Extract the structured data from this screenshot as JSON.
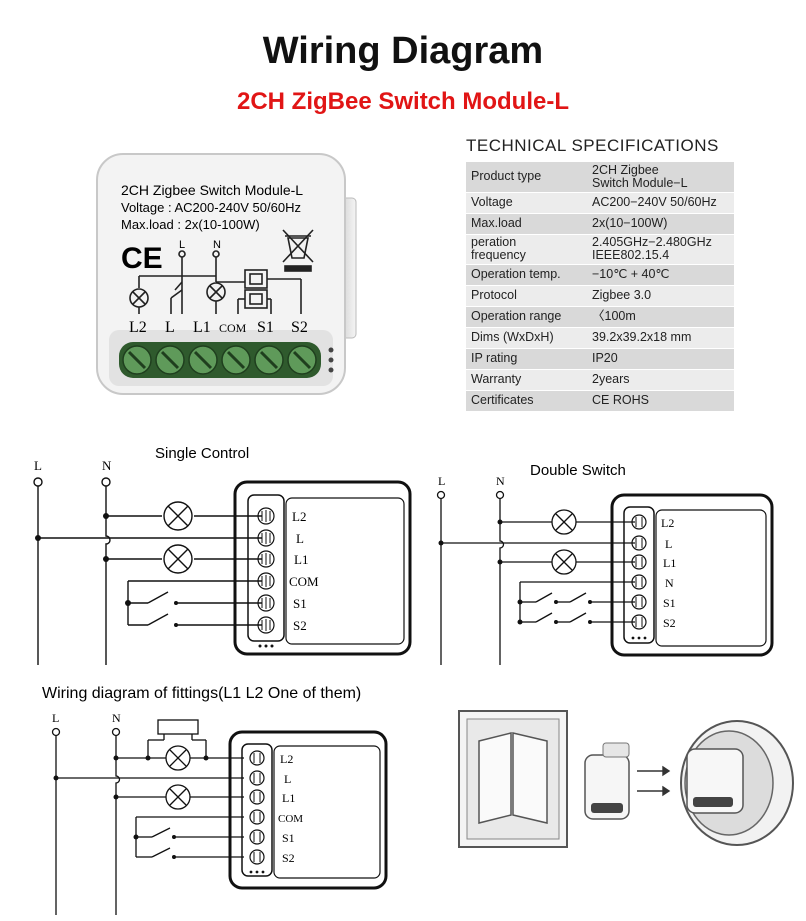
{
  "header": {
    "title": "Wiring Diagram",
    "subtitle": "2CH ZigBee Switch Module-L"
  },
  "module": {
    "label_line1": "2CH Zigbee Switch Module-L",
    "label_line2": "Voltage : AC200-240V 50/60Hz",
    "label_line3": "Max.load : 2x(10-100W)",
    "ce_mark": "CE",
    "top_l": "L",
    "top_n": "N",
    "terminals": [
      "L2",
      "L",
      "L1",
      "COM",
      "S1",
      "S2"
    ]
  },
  "specs": {
    "heading": "TECHNICAL SPECIFICATIONS",
    "rows": [
      {
        "key": "Product type",
        "value": "2CH Zigbee\nSwitch Module−L"
      },
      {
        "key": "Voltage",
        "value": "AC200−240V 50/60Hz"
      },
      {
        "key": "Max.load",
        "value": "2x(10−100W)"
      },
      {
        "key": "peration\nfrequency",
        "value": "2.405GHz−2.480GHz\nIEEE802.15.4"
      },
      {
        "key": "Operation temp.",
        "value": "−10℃ + 40℃"
      },
      {
        "key": "Protocol",
        "value": "Zigbee  3.0"
      },
      {
        "key": "Operation range",
        "value": "〈100m"
      },
      {
        "key": "Dims (WxDxH)",
        "value": "39.2x39.2x18 mm"
      },
      {
        "key": "IP rating",
        "value": "IP20"
      },
      {
        "key": "Warranty",
        "value": "2years"
      },
      {
        "key": "Certificates",
        "value": "CE ROHS"
      }
    ]
  },
  "single_control": {
    "title": "Single Control",
    "line_l": "L",
    "line_n": "N",
    "terminals": [
      "L2",
      "L",
      "L1",
      "COM",
      "S1",
      "S2"
    ]
  },
  "double_switch": {
    "title": "Double Switch",
    "line_l": "L",
    "line_n": "N",
    "terminals": [
      "L2",
      "L",
      "L1",
      "N",
      "S1",
      "S2"
    ]
  },
  "fittings": {
    "title": "Wiring diagram of fittings(L1 L2 One of them)",
    "line_l": "L",
    "line_n": "N",
    "terminals": [
      "L2",
      "L",
      "L1",
      "COM",
      "S1",
      "S2"
    ]
  },
  "colors": {
    "subtitle": "#e11515",
    "terminal_green": "#4f8a4c",
    "table_dark": "#d9d9d9",
    "table_light": "#ececec"
  }
}
